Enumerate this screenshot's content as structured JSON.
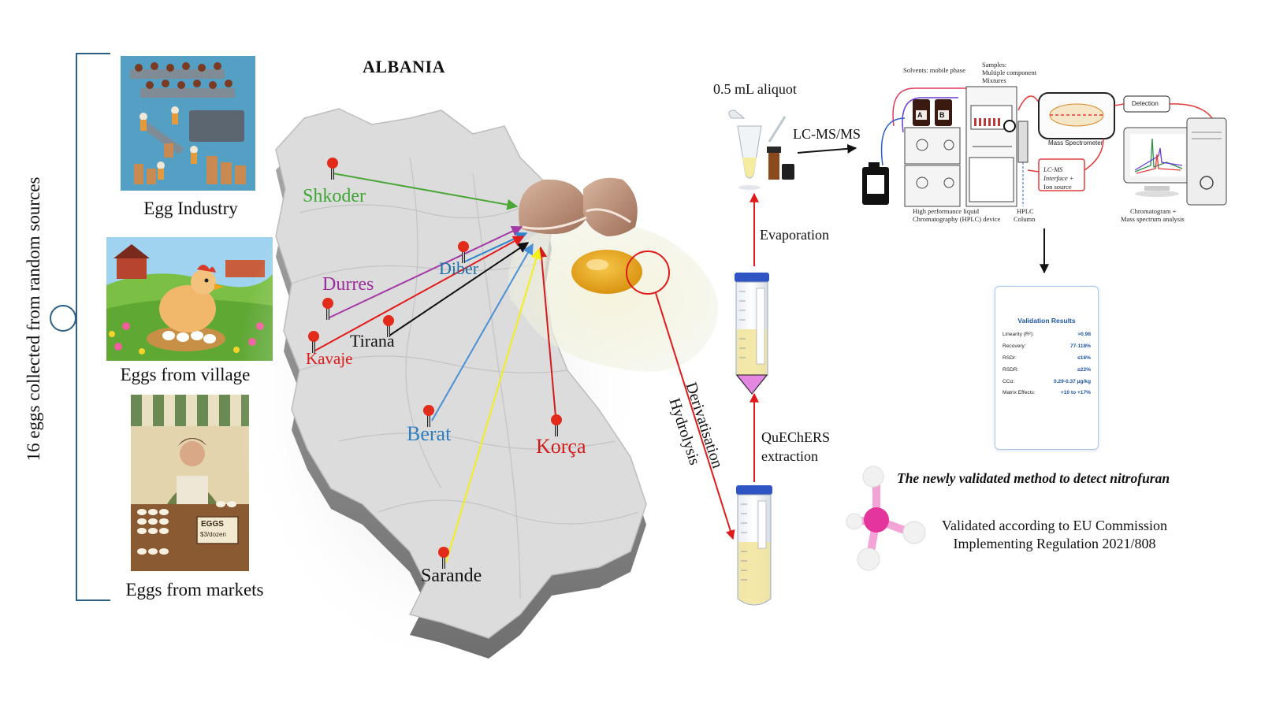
{
  "sources": {
    "side_label": "16 eggs collected from random sources",
    "items": [
      {
        "label": "Egg Industry"
      },
      {
        "label": "Eggs from village"
      },
      {
        "label": "Eggs from markets"
      }
    ],
    "market_sign": "EGGS",
    "market_price": "$3/dozen"
  },
  "map": {
    "title": "ALBANIA",
    "cities": [
      {
        "name": "Shkoder",
        "color": "#3fa535"
      },
      {
        "name": "Durres",
        "color": "#9b2d9b"
      },
      {
        "name": "Diber",
        "color": "#1f6fa8"
      },
      {
        "name": "Tirana",
        "color": "#111111"
      },
      {
        "name": "Kavaje",
        "color": "#e01a1a"
      },
      {
        "name": "Berat",
        "color": "#2f7ec2"
      },
      {
        "name": "Korça",
        "color": "#d21a1a"
      },
      {
        "name": "Sarande",
        "color": "#111111"
      }
    ],
    "arrow_colors": {
      "Shkoder": "#4aa637",
      "Durres": "#a33aa6",
      "Diber": "#2c86c9",
      "Tirana": "#111111",
      "Kavaje": "#e21c1c",
      "Berat": "#4a90d6",
      "Korça": "#d31b1b",
      "Sarande": "#f2ef1a"
    }
  },
  "process": {
    "hydrolysis": "Hydrolysis",
    "derivatisation": "Derivatisation",
    "quechers_line1": "QuEChERS",
    "quechers_line2": "extraction",
    "evaporation": "Evaporation",
    "aliquot": "0.5 mL aliquot",
    "lcms": "LC-MS/MS"
  },
  "instrument": {
    "solvents": "Solvents: mobile phase",
    "samples_line1": "Samples:",
    "samples_line2": "Multiple component",
    "samples_line3": "Mixtures",
    "bottle_a": "A",
    "bottle_b": "B",
    "mass_spec": "Mass Spectrometer",
    "detection": "Detection",
    "interface_line1": "LC-MS",
    "interface_line2": "Interface +",
    "interface_line3": "Ion source",
    "hplc_line1": "High performance liquid",
    "hplc_line2": "Chromatography (HPLC) device",
    "column_line1": "HPLC",
    "column_line2": "Column",
    "chromatogram_line1": "Chromatogram +",
    "chromatogram_line2": "Mass spectrum analysis"
  },
  "validation": {
    "title": "Validation Results",
    "rows": [
      {
        "label": "Linearity (R²):",
        "value": ">0.98"
      },
      {
        "label": "Recovery:",
        "value": "77-118%"
      },
      {
        "label": "RSDr:",
        "value": "≤16%"
      },
      {
        "label": "RSDR:",
        "value": "≤22%"
      },
      {
        "label": "CCα:",
        "value": "0.29-0.37 µg/kg"
      },
      {
        "label": "Matrix Effects:",
        "value": "+10 to +17%"
      }
    ],
    "grid_icon": "grid-icon"
  },
  "conclusion": {
    "method": "The newly validated method to detect nitrofuran",
    "regulation_line1": "Validated according to EU Commission",
    "regulation_line2": "Implementing Regulation 2021/808"
  }
}
